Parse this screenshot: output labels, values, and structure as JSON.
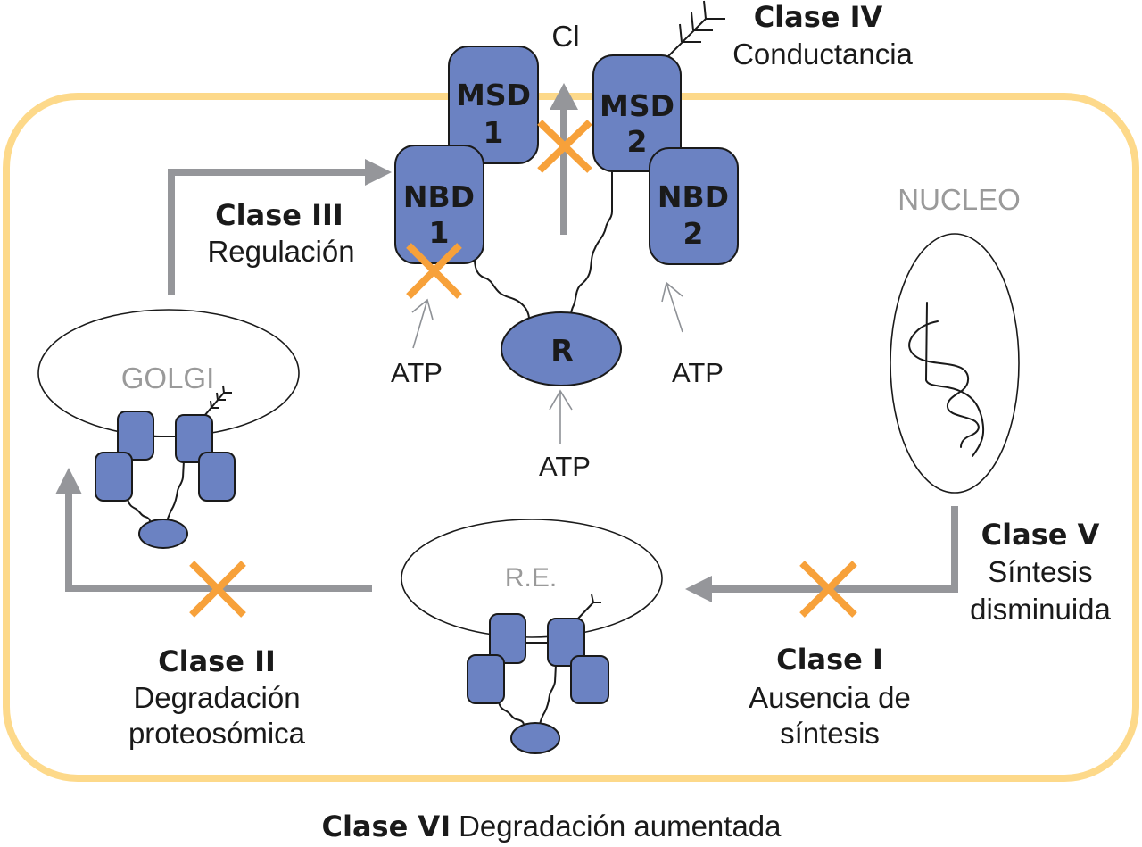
{
  "labels": {
    "ion": "Cl",
    "golgi": "GOLGI",
    "nucleus": "NUCLEO",
    "er": "R.E.",
    "atp": [
      "ATP",
      "ATP",
      "ATP"
    ]
  },
  "domains": {
    "msd1": [
      "MSD",
      "1"
    ],
    "msd2": [
      "MSD",
      "2"
    ],
    "nbd1": [
      "NBD",
      "1"
    ],
    "nbd2": [
      "NBD",
      "2"
    ],
    "r": "R"
  },
  "classes": {
    "I": {
      "name": "Clase I",
      "desc": [
        "Ausencia de",
        "síntesis"
      ]
    },
    "II": {
      "name": "Clase II",
      "desc": [
        "Degradación",
        "proteosómica"
      ]
    },
    "III": {
      "name": "Clase III",
      "desc": [
        "Regulación"
      ]
    },
    "IV": {
      "name": "Clase IV",
      "desc": [
        "Conductancia"
      ]
    },
    "V": {
      "name": "Clase V",
      "desc": [
        "Síntesis",
        "disminuida"
      ]
    },
    "VI": {
      "name": "Clase VI",
      "desc": "Degradación aumentada"
    }
  },
  "colors": {
    "membrane": "#FDD98A",
    "protein": "#6B82C2",
    "block": "#F7A13A",
    "arrow": "#95969A",
    "thin_arrow": "#8E9196",
    "label_gray": "#9A9A9A"
  }
}
